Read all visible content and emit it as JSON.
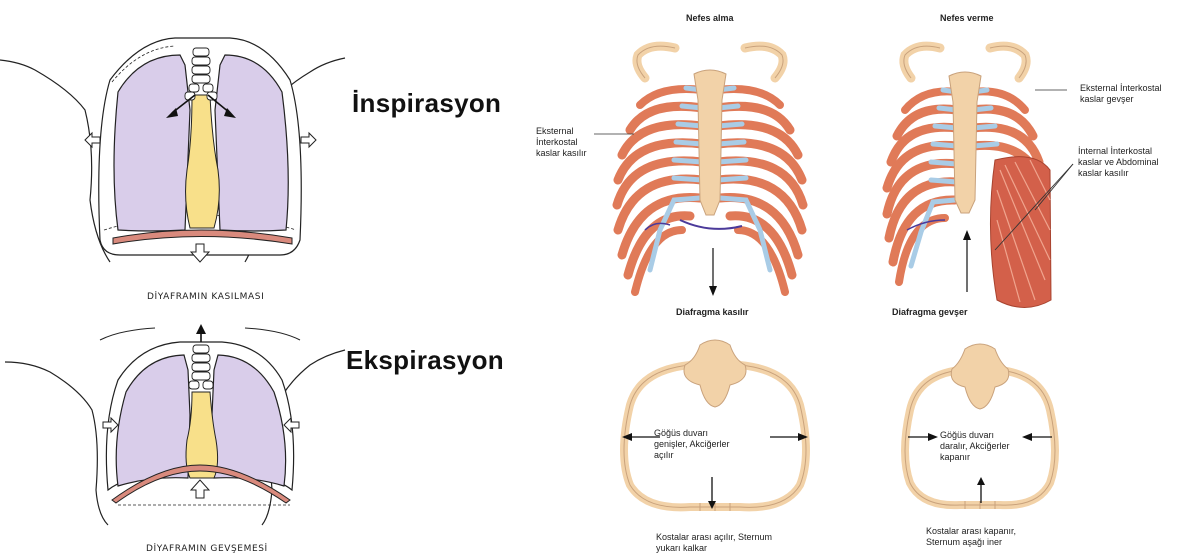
{
  "left": {
    "inspiration_title": "İnspirasyon",
    "expiration_title": "Ekspirasyon",
    "caption_top": "DİYAFRAMIN KASILMASI",
    "caption_bottom": "DİYAFRAMIN GEVŞEMESİ"
  },
  "inhale": {
    "title": "Nefes alma",
    "external_label": "Eksternal İnterkostal kaslar kasılır",
    "diaphragm_label": "Diafragma kasılır",
    "wall_label": "Göğüs duvarı genişler, Akciğerler açılır",
    "bottom_label": "Kostalar arası açılır, Sternum yukarı kalkar"
  },
  "exhale": {
    "title": "Nefes verme",
    "external_label": "Eksternal İnterkostal kaslar gevşer",
    "internal_label": "İnternal İnterkostal kaslar ve Abdominal kaslar kasılır",
    "diaphragm_label": "Diafragma gevşer",
    "wall_label": "Göğüs duvarı daralır, Akciğerler kapanır",
    "bottom_label": "Kostalar arası kapanır, Sternum aşağı iner"
  },
  "colors": {
    "lung": "#d9cdea",
    "trachea": "#f8e08a",
    "diaphragm": "#d98a7d",
    "rib": "#e07a58",
    "cartilage": "#a9cce6",
    "bone": "#f2d2a8"
  }
}
